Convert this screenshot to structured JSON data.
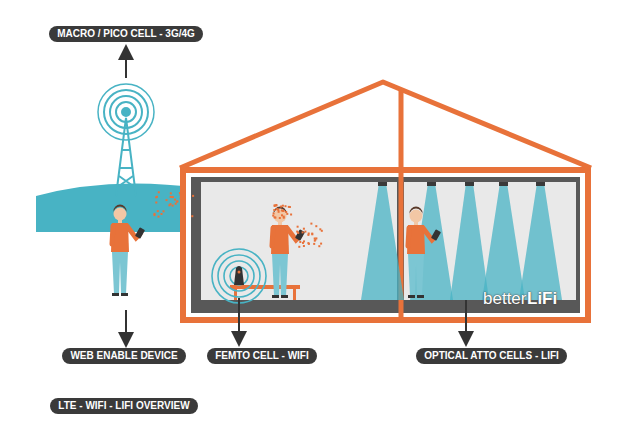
{
  "diagram": {
    "nodes": [
      {
        "text": [
          "MACRO / PICO CELL - 3G/4G"
        ]
      },
      {
        "text": [
          "WEB ENABLE DEVICE"
        ]
      },
      {
        "text": [
          "FEMTO CELL - WIFI"
        ]
      },
      {
        "text": [
          "OPTICAL ATTO CELLS - LIFI"
        ]
      },
      {
        "text": [
          "LTE - WIFI - LIFI OVERVIEW"
        ]
      }
    ],
    "labels": [
      "better",
      "LiFi"
    ]
  }
}
